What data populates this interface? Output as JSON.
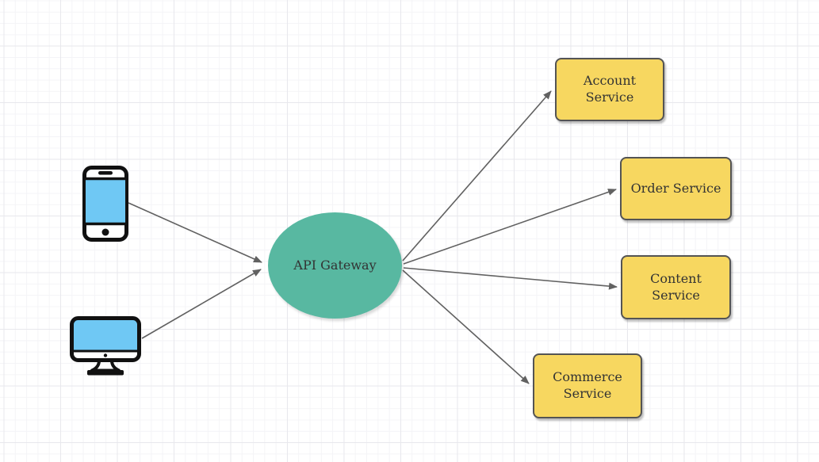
{
  "canvas": {
    "background": "#ffffff",
    "grid_minor_color": "#f4f4f7",
    "grid_major_color": "#e8e8ed"
  },
  "nodes": {
    "gateway": {
      "label": "API Gateway",
      "shape": "ellipse",
      "fill": "#58B8A1",
      "text_color": "#333333"
    },
    "account": {
      "label": "Account\nService",
      "shape": "rounded-rect",
      "fill": "#F7D760",
      "stroke": "#545454",
      "text_color": "#333333"
    },
    "order": {
      "label": "Order Service",
      "shape": "rounded-rect",
      "fill": "#F7D760",
      "stroke": "#545454",
      "text_color": "#333333"
    },
    "content": {
      "label": "Content\nService",
      "shape": "rounded-rect",
      "fill": "#F7D760",
      "stroke": "#545454",
      "text_color": "#333333"
    },
    "commerce": {
      "label": "Commerce\nService",
      "shape": "rounded-rect",
      "fill": "#F7D760",
      "stroke": "#545454",
      "text_color": "#333333"
    }
  },
  "devices": {
    "mobile": {
      "name": "mobile-phone",
      "screen_color": "#6FC8F4",
      "outline_color": "#111111"
    },
    "desktop": {
      "name": "desktop-computer",
      "screen_color": "#6FC8F4",
      "outline_color": "#111111"
    }
  },
  "edges": {
    "color": "#616161",
    "list": [
      {
        "from": "mobile",
        "to": "gateway"
      },
      {
        "from": "desktop",
        "to": "gateway"
      },
      {
        "from": "gateway",
        "to": "account"
      },
      {
        "from": "gateway",
        "to": "order"
      },
      {
        "from": "gateway",
        "to": "content"
      },
      {
        "from": "gateway",
        "to": "commerce"
      }
    ]
  }
}
